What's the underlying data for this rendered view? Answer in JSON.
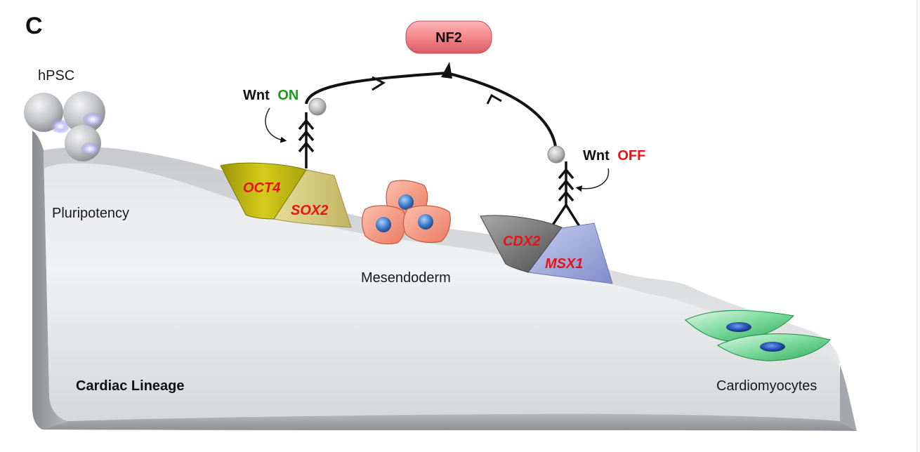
{
  "panel_letter": "C",
  "target": {
    "label": "NF2"
  },
  "cells": {
    "hpsc": "hPSC",
    "mesendoderm": "Mesendoderm",
    "cardiomyocytes": "Cardiomyocytes"
  },
  "stages": {
    "pluripotency": "Pluripotency",
    "lineage": "Cardiac Lineage"
  },
  "wnt_on": {
    "prefix": "Wnt",
    "state": "ON"
  },
  "wnt_off": {
    "prefix": "Wnt",
    "state": "OFF"
  },
  "complex_pluripotency": {
    "factor_a": "OCT4",
    "factor_b": "SOX2"
  },
  "complex_lineage": {
    "factor_a": "CDX2",
    "factor_b": "MSX1"
  },
  "colors": {
    "nf2_fill": "#f4868a",
    "on_green": "#1a9a1a",
    "off_red": "#e5141b",
    "gene_red": "#e5141b",
    "oct4_yellow": "#c9c214",
    "sox2_tan": "#d8cc7a",
    "cdx2_gray": "#7a7a7a",
    "msx1_lavender": "#9ba6d8",
    "mesendoderm_salmon": "#f08a72",
    "cardio_green": "#3cc072",
    "nucleus_blue": "#3a78c8"
  }
}
